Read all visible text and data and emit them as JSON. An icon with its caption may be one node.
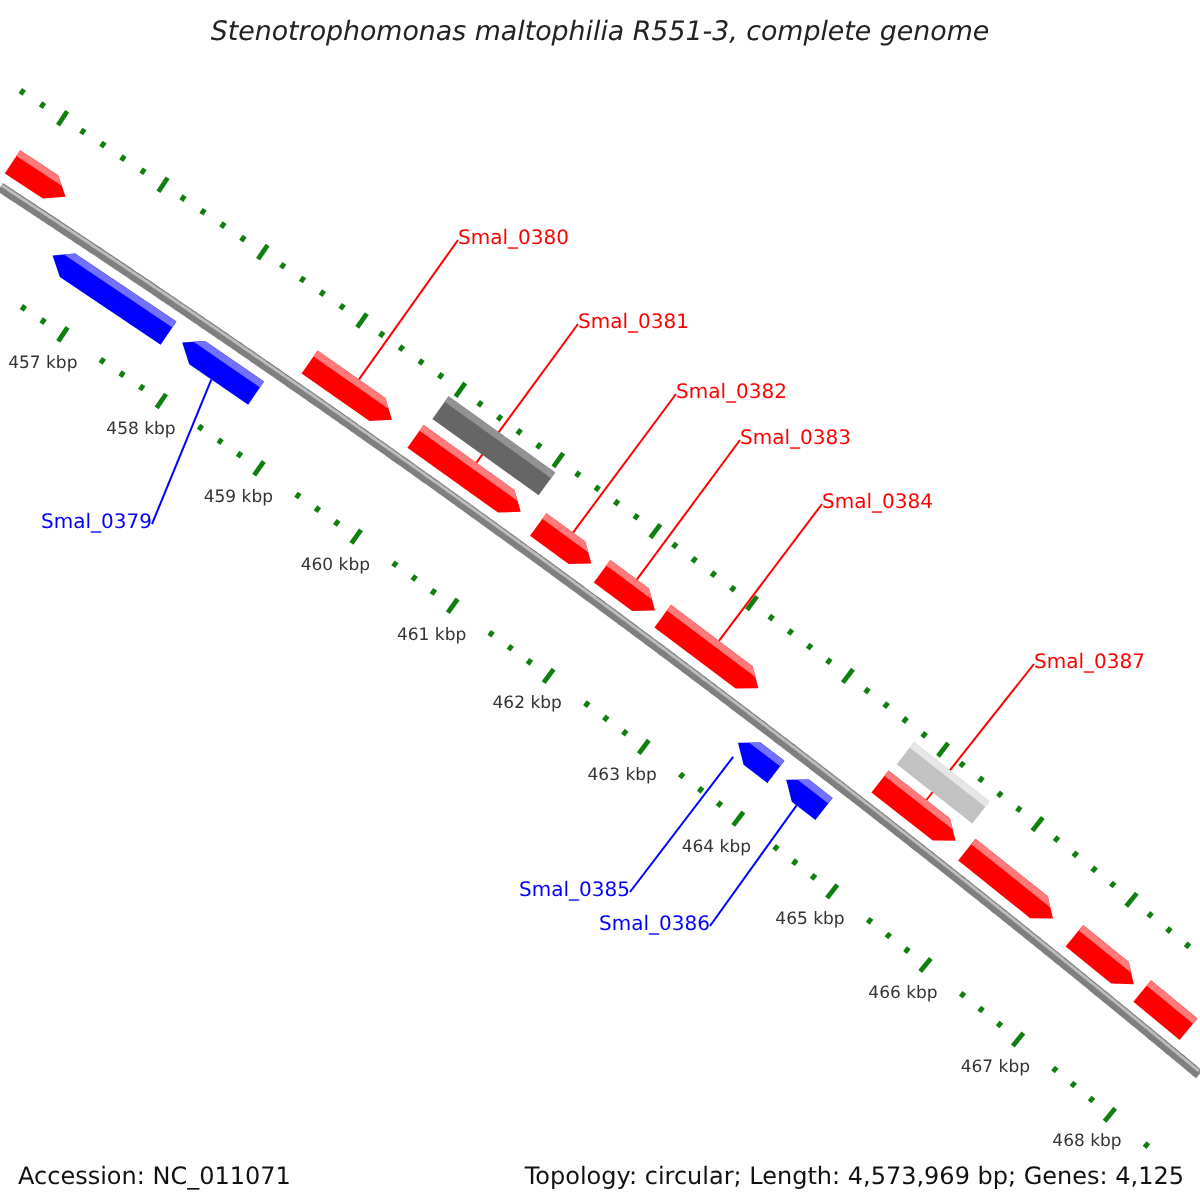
{
  "diagram": {
    "title": "Stenotrophomonas maltophilia R551-3, complete genome",
    "nodes": [
      {
        "text": [
          "Smal_0380"
        ]
      },
      {
        "text": [
          "Smal_0381"
        ]
      },
      {
        "text": [
          "Smal_0382"
        ]
      },
      {
        "text": [
          "Smal_0383"
        ]
      },
      {
        "text": [
          "Smal_0384"
        ]
      },
      {
        "text": [
          "Smal_0379"
        ]
      },
      {
        "text": [
          "Smal_0387"
        ]
      },
      {
        "text": [
          "Smal_0385"
        ]
      },
      {
        "text": [
          "Smal_0386"
        ]
      },
      {
        "text": [],
        "shape": "arrow"
      },
      {
        "text": [],
        "shape": "arrow"
      },
      {
        "text": [],
        "shape": "arrow"
      },
      {
        "text": [],
        "shape": "arrow"
      },
      {
        "text": [],
        "shape": "arrow"
      },
      {
        "text": [],
        "shape": "bar"
      },
      {
        "text": [],
        "shape": "arrow"
      },
      {
        "text": [],
        "shape": "arrow"
      },
      {
        "text": [],
        "shape": "arrow"
      },
      {
        "text": [],
        "shape": "arrow"
      },
      {
        "text": [],
        "shape": "arrow"
      },
      {
        "text": [],
        "shape": "arrow"
      },
      {
        "text": [],
        "shape": "bar"
      },
      {
        "text": [],
        "shape": "arrow"
      },
      {
        "text": [],
        "shape": "arrow"
      },
      {
        "text": [],
        "shape": "arrow"
      }
    ],
    "edges": [
      {
        "from": 0,
        "to": 12,
        "arrow": "none"
      },
      {
        "from": 1,
        "to": 13,
        "arrow": "none"
      },
      {
        "from": 2,
        "to": 15,
        "arrow": "none"
      },
      {
        "from": 3,
        "to": 16,
        "arrow": "none"
      },
      {
        "from": 4,
        "to": 17,
        "arrow": "none"
      },
      {
        "from": 5,
        "to": 11,
        "arrow": "none",
        "color": "#0000ff"
      },
      {
        "from": 6,
        "to": 20,
        "arrow": "none"
      },
      {
        "from": 7,
        "to": 18,
        "arrow": "none",
        "color": "#0000ff"
      },
      {
        "from": 8,
        "to": 19,
        "arrow": "none",
        "color": "#0000ff"
      }
    ],
    "labels": [
      "457 kbp",
      "458 kbp",
      "459 kbp",
      "460 kbp",
      "461 kbp",
      "462 kbp",
      "463 kbp",
      "464 kbp",
      "465 kbp",
      "466 kbp",
      "467 kbp",
      "468 kbp",
      "Accession: NC_011071",
      "Topology: circular; Length: 4,573,969 bp; Genes: 4,125"
    ]
  }
}
